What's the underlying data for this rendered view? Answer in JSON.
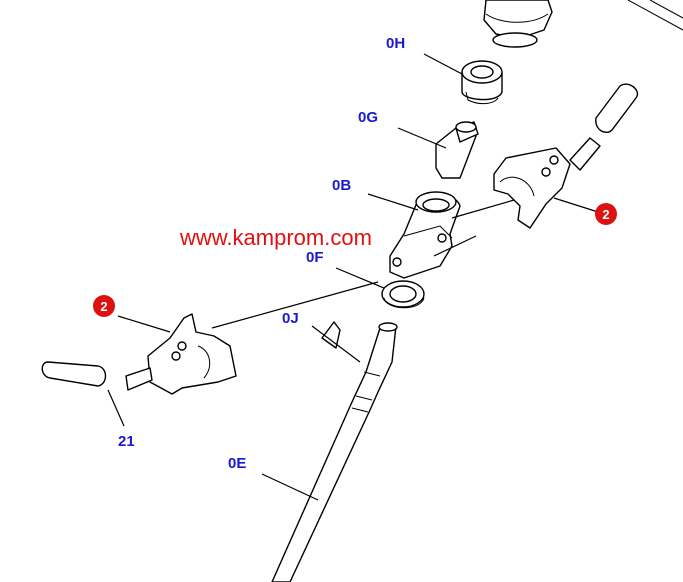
{
  "colors": {
    "label": "#1a1acc",
    "watermark": "#e01010",
    "badge": "#dd1111",
    "badge_text": "#ffffff"
  },
  "watermark": "www.kamprom.com",
  "labels": {
    "oh": "0H",
    "og": "0G",
    "ob": "0B",
    "of": "0F",
    "oj": "0J",
    "oe": "0E",
    "n21": "21"
  },
  "badges": {
    "right": "2",
    "left": "2"
  }
}
